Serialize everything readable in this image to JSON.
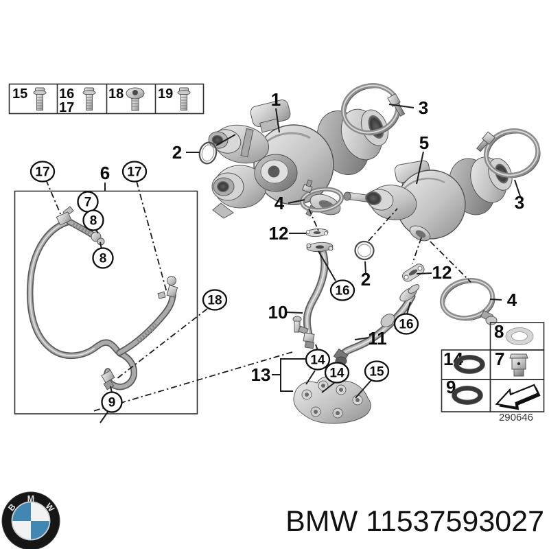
{
  "diagram": {
    "fastener_table": {
      "c15": "15",
      "c16": "16",
      "c17": "17",
      "c18": "18",
      "c19": "19"
    },
    "callouts": {
      "n1": "1",
      "n2a": "2",
      "n2b": "2",
      "n3a": "3",
      "n3b": "3",
      "n4a": "4",
      "n4b": "4",
      "n5": "5",
      "n6": "6",
      "n10": "10",
      "n11": "11",
      "n12a": "12",
      "n12b": "12",
      "n13": "13",
      "c7": "7",
      "c8a": "8",
      "c8b": "8",
      "c9": "9",
      "c14a": "14",
      "c14b": "14",
      "c15": "15",
      "c16a": "16",
      "c16b": "16",
      "c17a": "17",
      "c17b": "17",
      "c18": "18"
    },
    "legend_box": {
      "n8": "8",
      "n14": "14",
      "n7": "7",
      "n9": "9",
      "diagram_number": "290646"
    }
  },
  "footer": {
    "part_number": "BMW 11537593027",
    "logo": {
      "b": "B",
      "m": "M",
      "w": "W"
    },
    "colors": {
      "roundel_blue": "#4286b4",
      "roundel_black": "#161616"
    }
  }
}
